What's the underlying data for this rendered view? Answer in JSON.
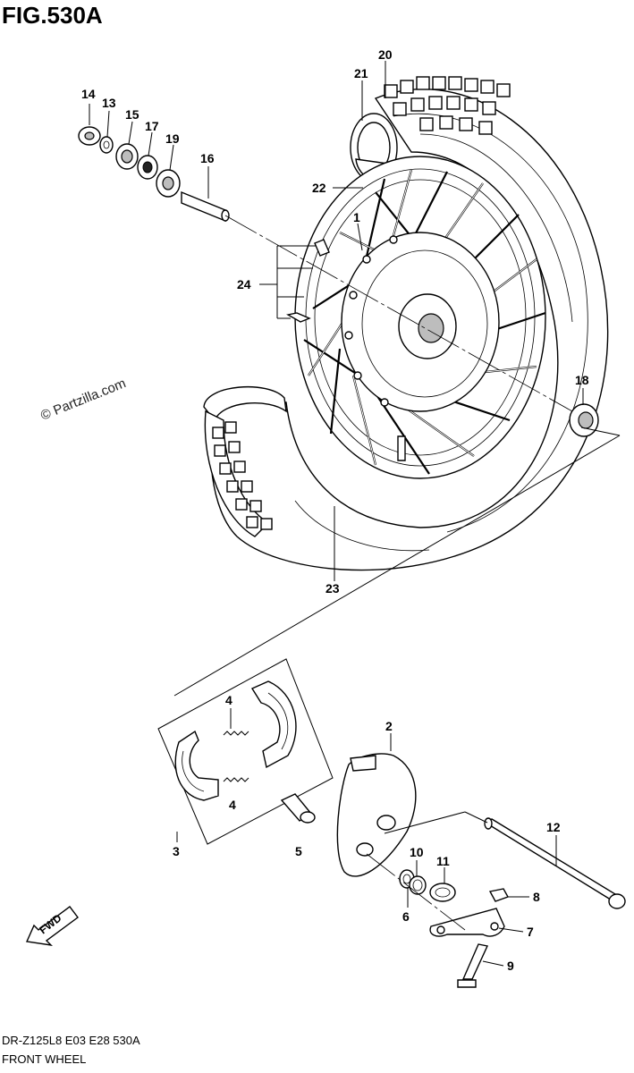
{
  "figure": {
    "title": "FIG.530A",
    "watermark": "© Partzilla.com",
    "model_code": "DR-Z125L8  E03  E28  530A",
    "caption": "FRONT WHEEL",
    "direction_label": "FWD"
  },
  "callouts": {
    "c1": "1",
    "c2": "2",
    "c3": "3",
    "c4a": "4",
    "c4b": "4",
    "c5": "5",
    "c6": "6",
    "c7": "7",
    "c8": "8",
    "c9": "9",
    "c10": "10",
    "c11": "11",
    "c12": "12",
    "c13": "13",
    "c14": "14",
    "c15": "15",
    "c16": "16",
    "c17": "17",
    "c18": "18",
    "c19": "19",
    "c20": "20",
    "c21": "21",
    "c22": "22",
    "c23": "23",
    "c24": "24"
  }
}
